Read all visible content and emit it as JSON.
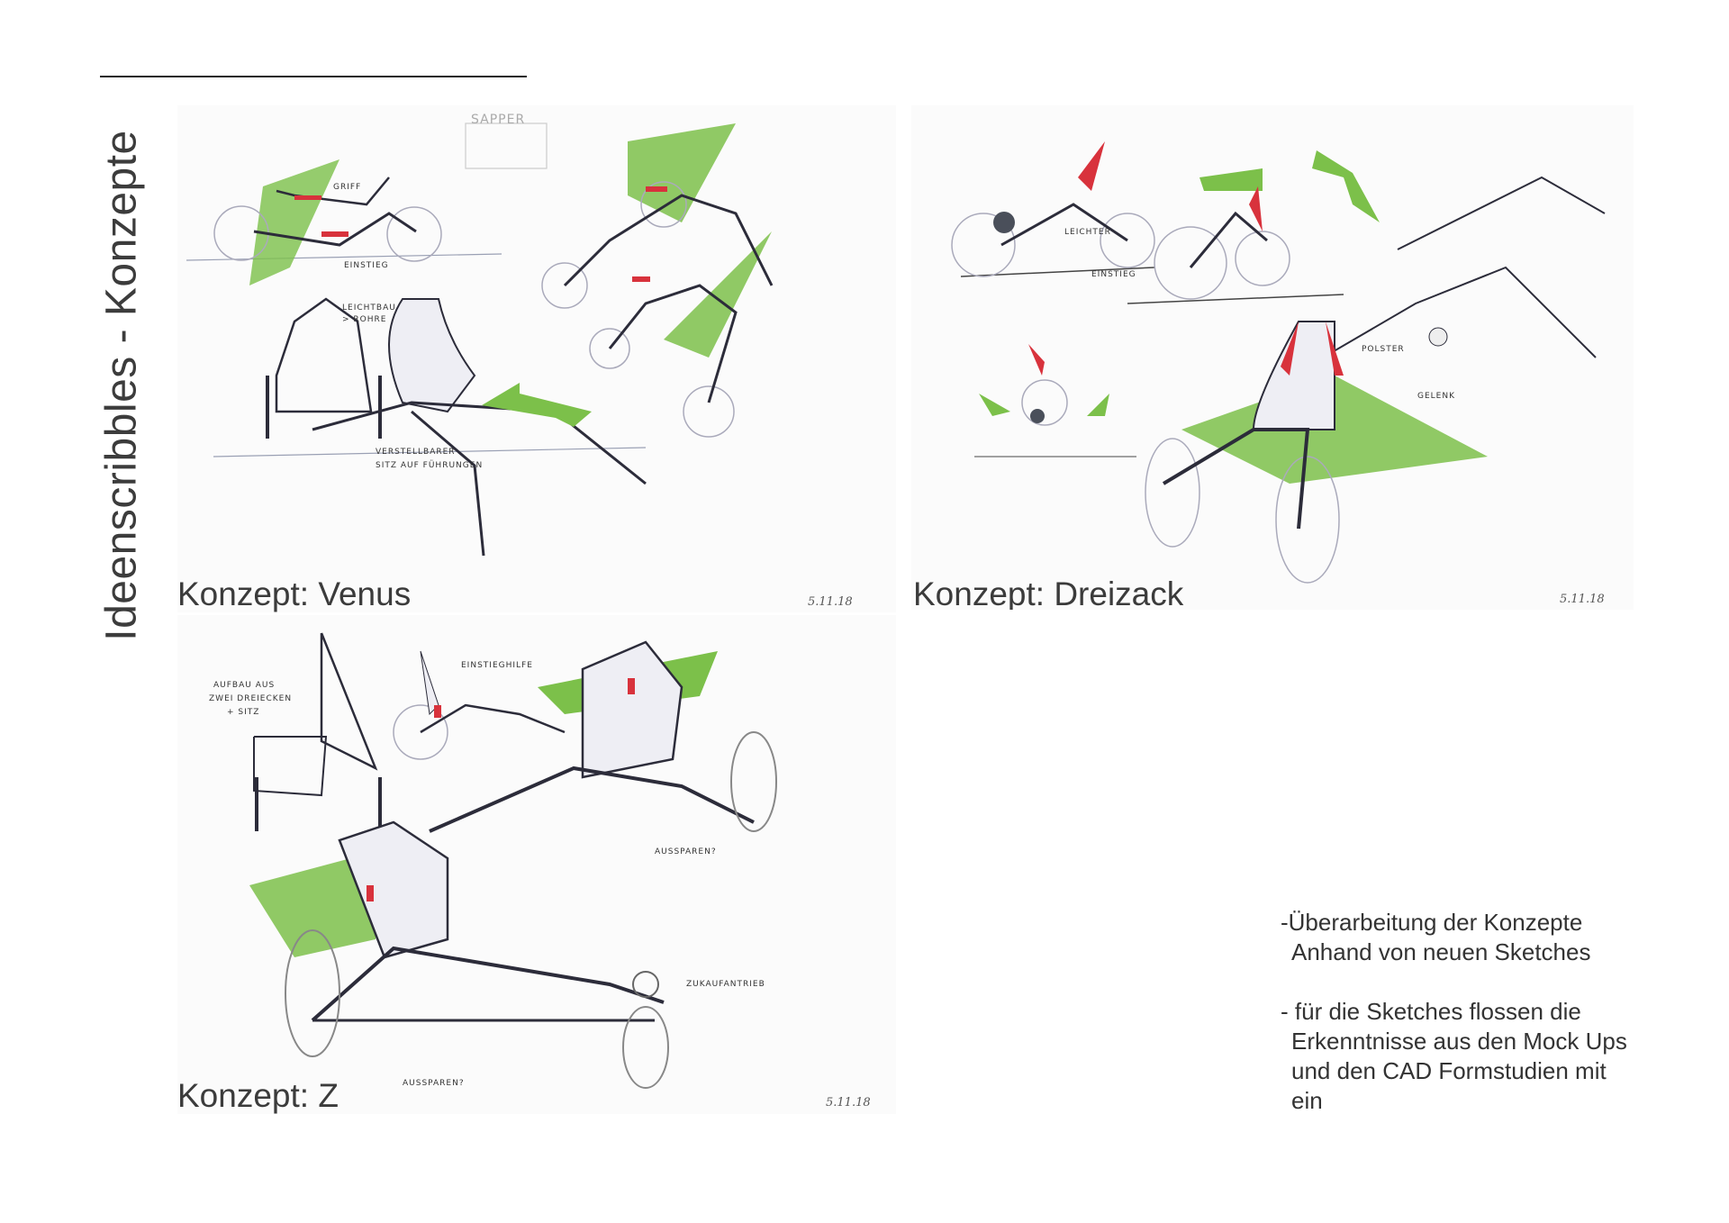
{
  "page_title": "Ideenscribbles - Konzepte",
  "concepts": [
    {
      "label": "Konzept: Venus",
      "date": "5.11.18",
      "annotations": {
        "sapper": "SAPPER",
        "griff": "GRIFF",
        "einstieg": "EINSTIEG",
        "leichtbau_1": "LEICHTBAU",
        "leichtbau_2": "> ROHRE",
        "sitz_1": "VERSTELLBARER",
        "sitz_2": "SITZ AUF FÜHRUNGEN"
      }
    },
    {
      "label": "Konzept: Dreizack",
      "date": "5.11.18",
      "annotations": {
        "leichter": "LEICHTER",
        "einstieg": "EINSTIEG",
        "gelenk": "GELENK",
        "polster": "POLSTER"
      }
    },
    {
      "label": "Konzept: Z",
      "date": "5.11.18",
      "annotations": {
        "aufbau_1": "AUFBAU AUS",
        "aufbau_2": "ZWEI DREIECKEN",
        "aufbau_3": "+ SITZ",
        "einstieghilfe": "EINSTIEGHILFE",
        "aussparen_1": "AUSSPAREN?",
        "aussparen_2": "AUSSPAREN?",
        "zukaufantrieb": "ZUKAUFANTRIEB"
      }
    }
  ],
  "notes": [
    [
      "-Überarbeitung der Konzepte",
      "Anhand von neuen Sketches"
    ],
    [
      "- für die Sketches flossen die",
      "Erkenntnisse aus den Mock Ups",
      "und den CAD Formstudien mit",
      "ein"
    ]
  ],
  "colors": {
    "green": "#7cc04a",
    "red": "#d8323c",
    "ink": "#2c2c3a"
  }
}
